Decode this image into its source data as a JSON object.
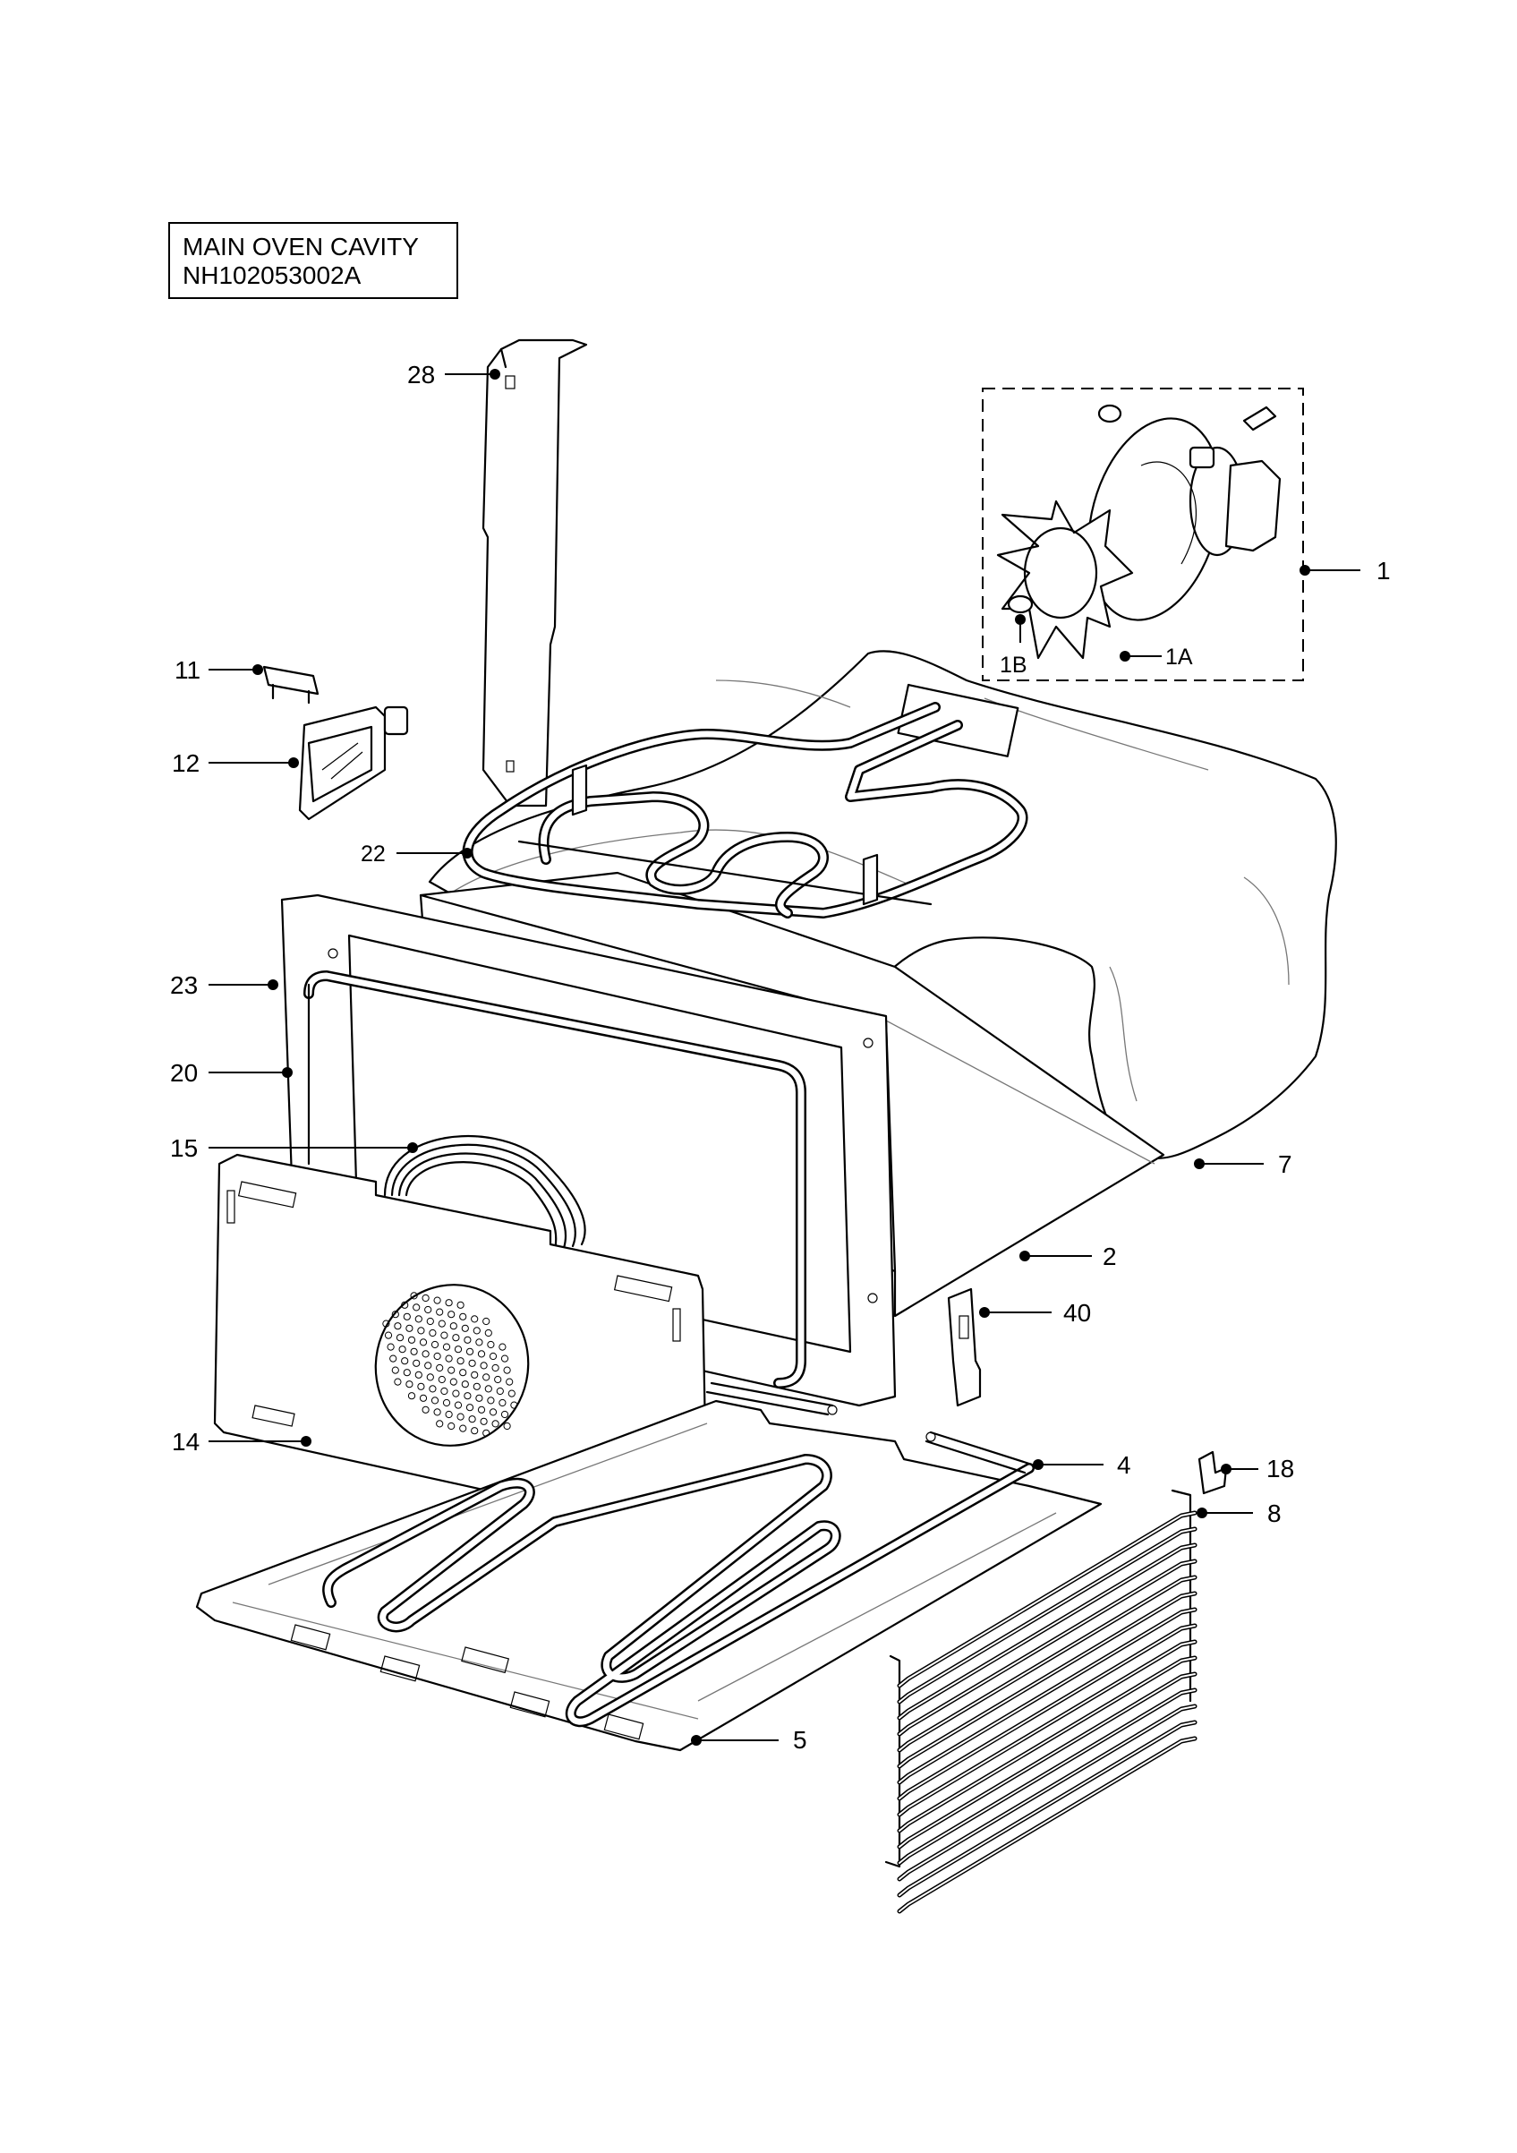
{
  "header": {
    "title": "MAIN OVEN CAVITY",
    "code": "NH102053002A"
  },
  "callouts": {
    "c1": "1",
    "c1a": "1A",
    "c1b": "1B",
    "c2": "2",
    "c4": "4",
    "c5": "5",
    "c7": "7",
    "c8": "8",
    "c11": "11",
    "c12": "12",
    "c14": "14",
    "c15": "15",
    "c18": "18",
    "c20": "20",
    "c22": "22",
    "c23": "23",
    "c28": "28",
    "c40": "40"
  }
}
